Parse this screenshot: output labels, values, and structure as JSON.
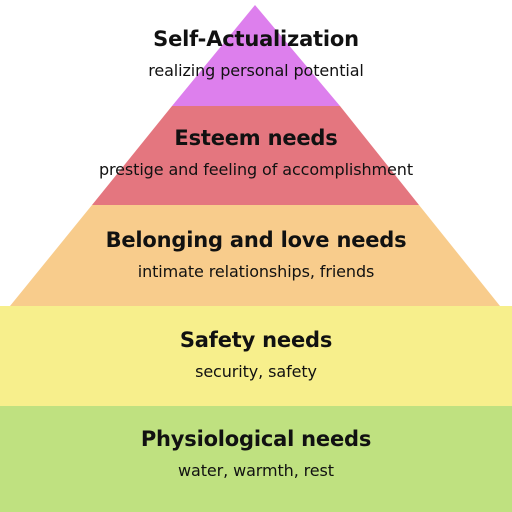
{
  "pyramid": {
    "levels": [
      {
        "title": "Self-Actualization",
        "subtitle": "realizing personal potential",
        "color": "#dd7fed"
      },
      {
        "title": "Esteem needs",
        "subtitle": "prestige and feeling of accomplishment",
        "color": "#e4767f"
      },
      {
        "title": "Belonging and love needs",
        "subtitle": "intimate relationships, friends",
        "color": "#f8cc8c"
      },
      {
        "title": "Safety needs",
        "subtitle": "security, safety",
        "color": "#f7ef8c"
      },
      {
        "title": "Physiological needs",
        "subtitle": "water, warmth, rest",
        "color": "#bfe180"
      }
    ]
  }
}
